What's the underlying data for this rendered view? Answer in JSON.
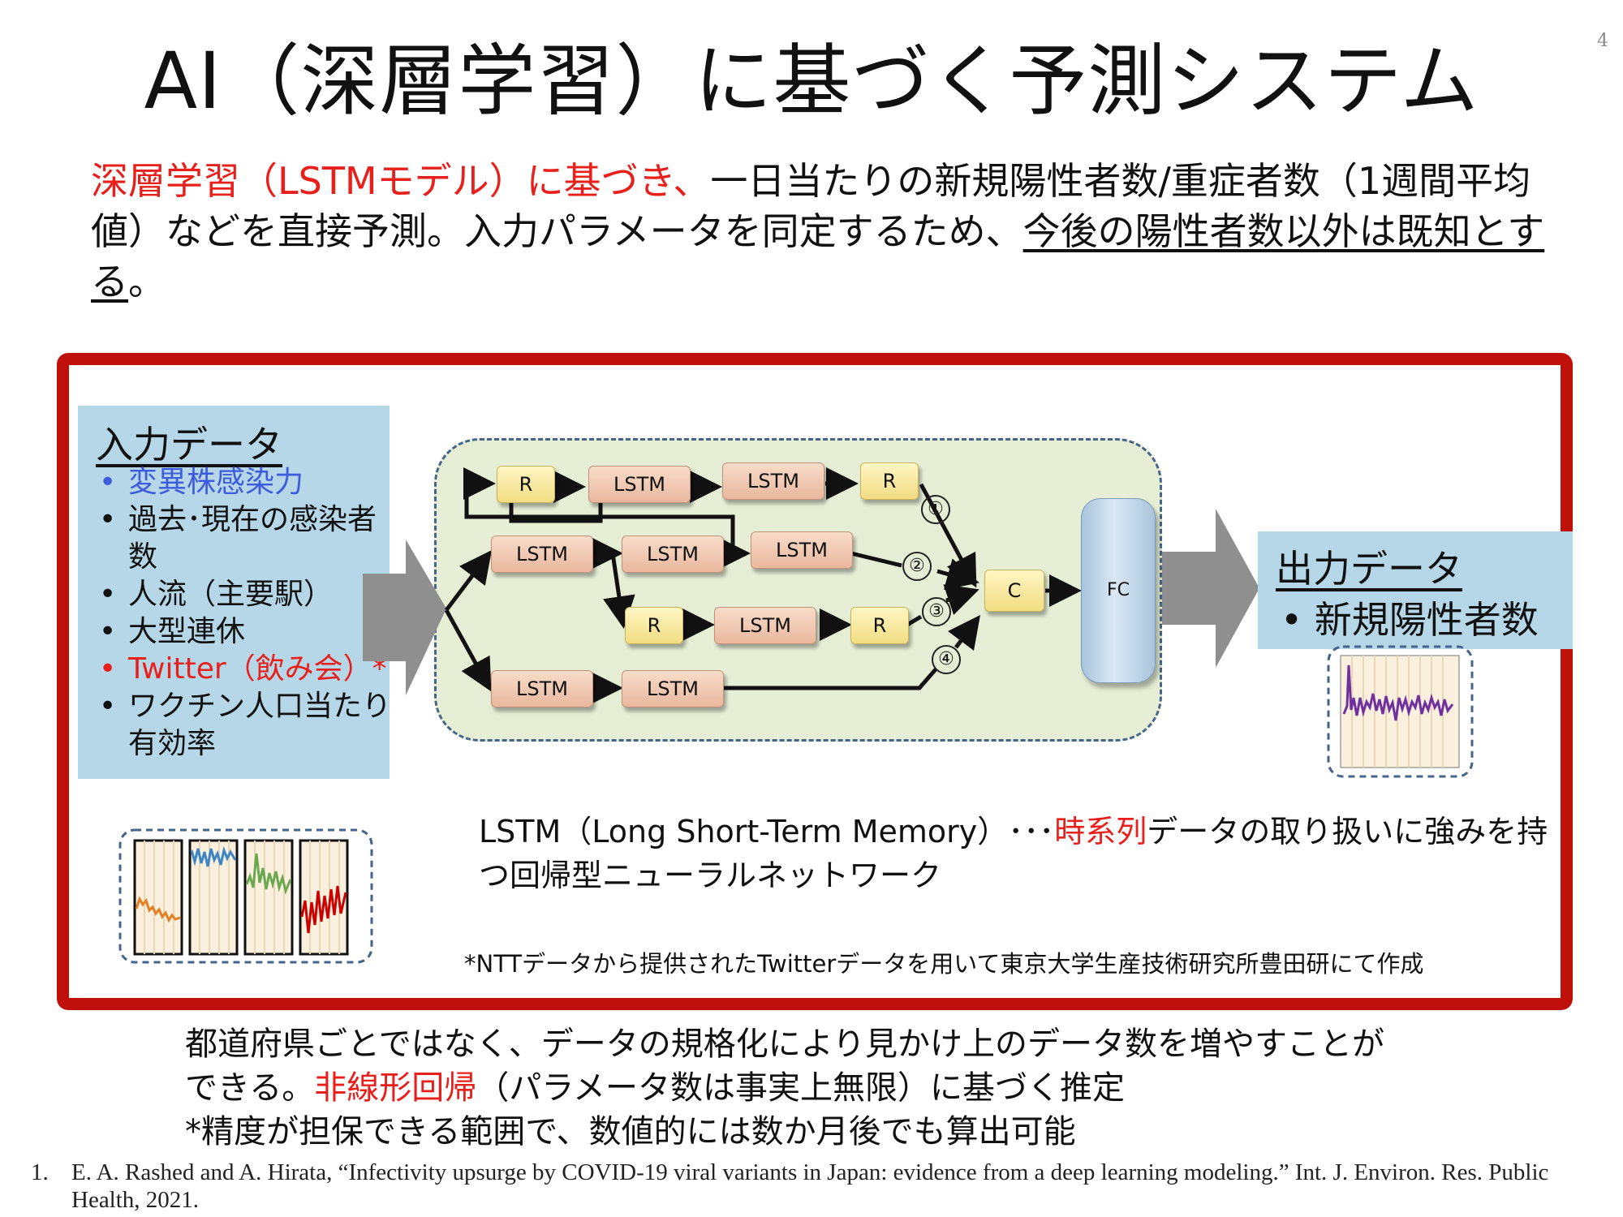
{
  "page_number": "4",
  "title": "AI（深層学習）に基づく予測システム",
  "intro": {
    "highlight": "深層学習（LSTMモデル）に基づき、",
    "text1": "一日当たりの新規陽性者数/重症者数（1週間平均値）などを直接予測。入力パラメータを同定するため、",
    "underlined": "今後の陽性者数以外は既知とする",
    "end": "。"
  },
  "input_panel": {
    "heading": "入力データ",
    "items": [
      "変異株感染力",
      "過去･現在の感染者数",
      "人流（主要駅）",
      "大型連休",
      "Twitter（飲み会）*",
      "ワクチン人口当たり有効率"
    ]
  },
  "network": {
    "nodes": {
      "r1": "R",
      "lstm1": "LSTM",
      "lstm2": "LSTM",
      "r2": "R",
      "lstm3": "LSTM",
      "lstm4": "LSTM",
      "lstm5": "LSTM",
      "r3": "R",
      "lstm6": "LSTM",
      "r4": "R",
      "lstm7": "LSTM",
      "lstm8": "LSTM",
      "concat": "C",
      "fc": "FC"
    },
    "branch_labels": [
      "①",
      "②",
      "③",
      "④"
    ]
  },
  "output_panel": {
    "heading": "出力データ",
    "item": "新規陽性者数"
  },
  "lstm_desc": {
    "part1": "LSTM（Long Short-Term Memory）･･･",
    "highlight": "時系列",
    "part2": "データの取り扱いに強みを持つ回帰型ニューラルネットワーク"
  },
  "footnote": "*NTTデータから提供されたTwitterデータを用いて東京大学生産技術研究所豊田研にて作成",
  "conclusion": {
    "line1": "都道府県ごとではなく、データの規格化により見かけ上のデータ数を増やすことができる。",
    "highlight": "非線形回帰",
    "line2": "（パラメータ数は事実上無限）に基づく推定",
    "line3": "*精度が担保できる範囲で、数値的には数か月後でも算出可能"
  },
  "reference": {
    "number": "1.",
    "text": "E. A. Rashed and A. Hirata, “Infectivity upsurge by COVID-19 viral variants in Japan: evidence from a deep learning modeling.” Int. J. Environ. Res. Public Health, 2021."
  },
  "colors": {
    "frame": "#c0100c",
    "highlight_red": "#e8201c",
    "highlight_blue": "#3d5bdc",
    "panel_blue": "#b5d7e8",
    "network_bg": "#e6efd6",
    "series": [
      "#e67e22",
      "#3d85c6",
      "#6aa84f",
      "#cc0000",
      "#7030a0"
    ]
  }
}
